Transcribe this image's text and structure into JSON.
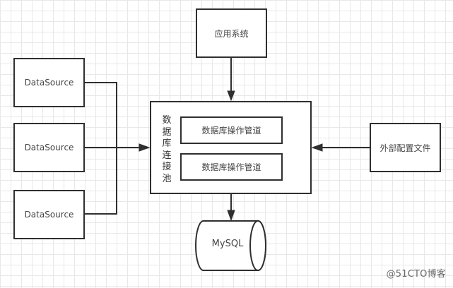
{
  "diagram": {
    "datasources": [
      {
        "label": "DataSource"
      },
      {
        "label": "DataSource"
      },
      {
        "label": "DataSource"
      }
    ],
    "app_system": {
      "label": "应用系统"
    },
    "connection_pool": {
      "title": [
        "数",
        "据",
        "库",
        "连",
        "接",
        "池"
      ],
      "pipes": [
        {
          "label": "数据库操作管道"
        },
        {
          "label": "数据库操作管道"
        }
      ]
    },
    "external_config": {
      "label": "外部配置文件"
    },
    "database": {
      "label": "MySQL"
    },
    "edges": [
      {
        "from": "DataSource (all three, merged)",
        "to": "数据库连接池"
      },
      {
        "from": "应用系统",
        "to": "数据库连接池"
      },
      {
        "from": "外部配置文件",
        "to": "数据库连接池"
      },
      {
        "from": "数据库操作管道",
        "to": "MySQL"
      }
    ],
    "colors": {
      "stroke": "#2f2f2f",
      "grid": "#e8e8e8",
      "text": "#444444"
    }
  },
  "watermark": "@51CTO博客"
}
